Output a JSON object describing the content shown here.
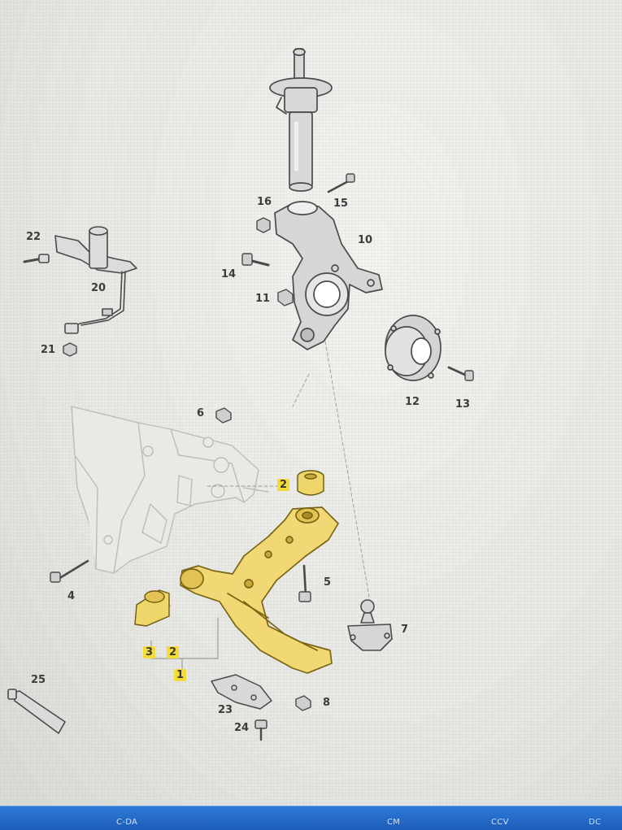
{
  "diagram": {
    "callouts": {
      "n1": "1",
      "n2a": "2",
      "n2b": "2",
      "n3": "3",
      "n4": "4",
      "n5": "5",
      "n6": "6",
      "n7": "7",
      "n8": "8",
      "n10": "10",
      "n11": "11",
      "n12": "12",
      "n13": "13",
      "n14": "14",
      "n15": "15",
      "n16": "16",
      "n20": "20",
      "n21": "21",
      "n22": "22",
      "n23": "23",
      "n24": "24",
      "n25": "25"
    },
    "highlight_color": "#f3dc3a",
    "part_color": "#4a4a4a"
  },
  "taskbar": {
    "items": [
      "C-DA",
      "CM",
      "CCV",
      "DC"
    ]
  }
}
